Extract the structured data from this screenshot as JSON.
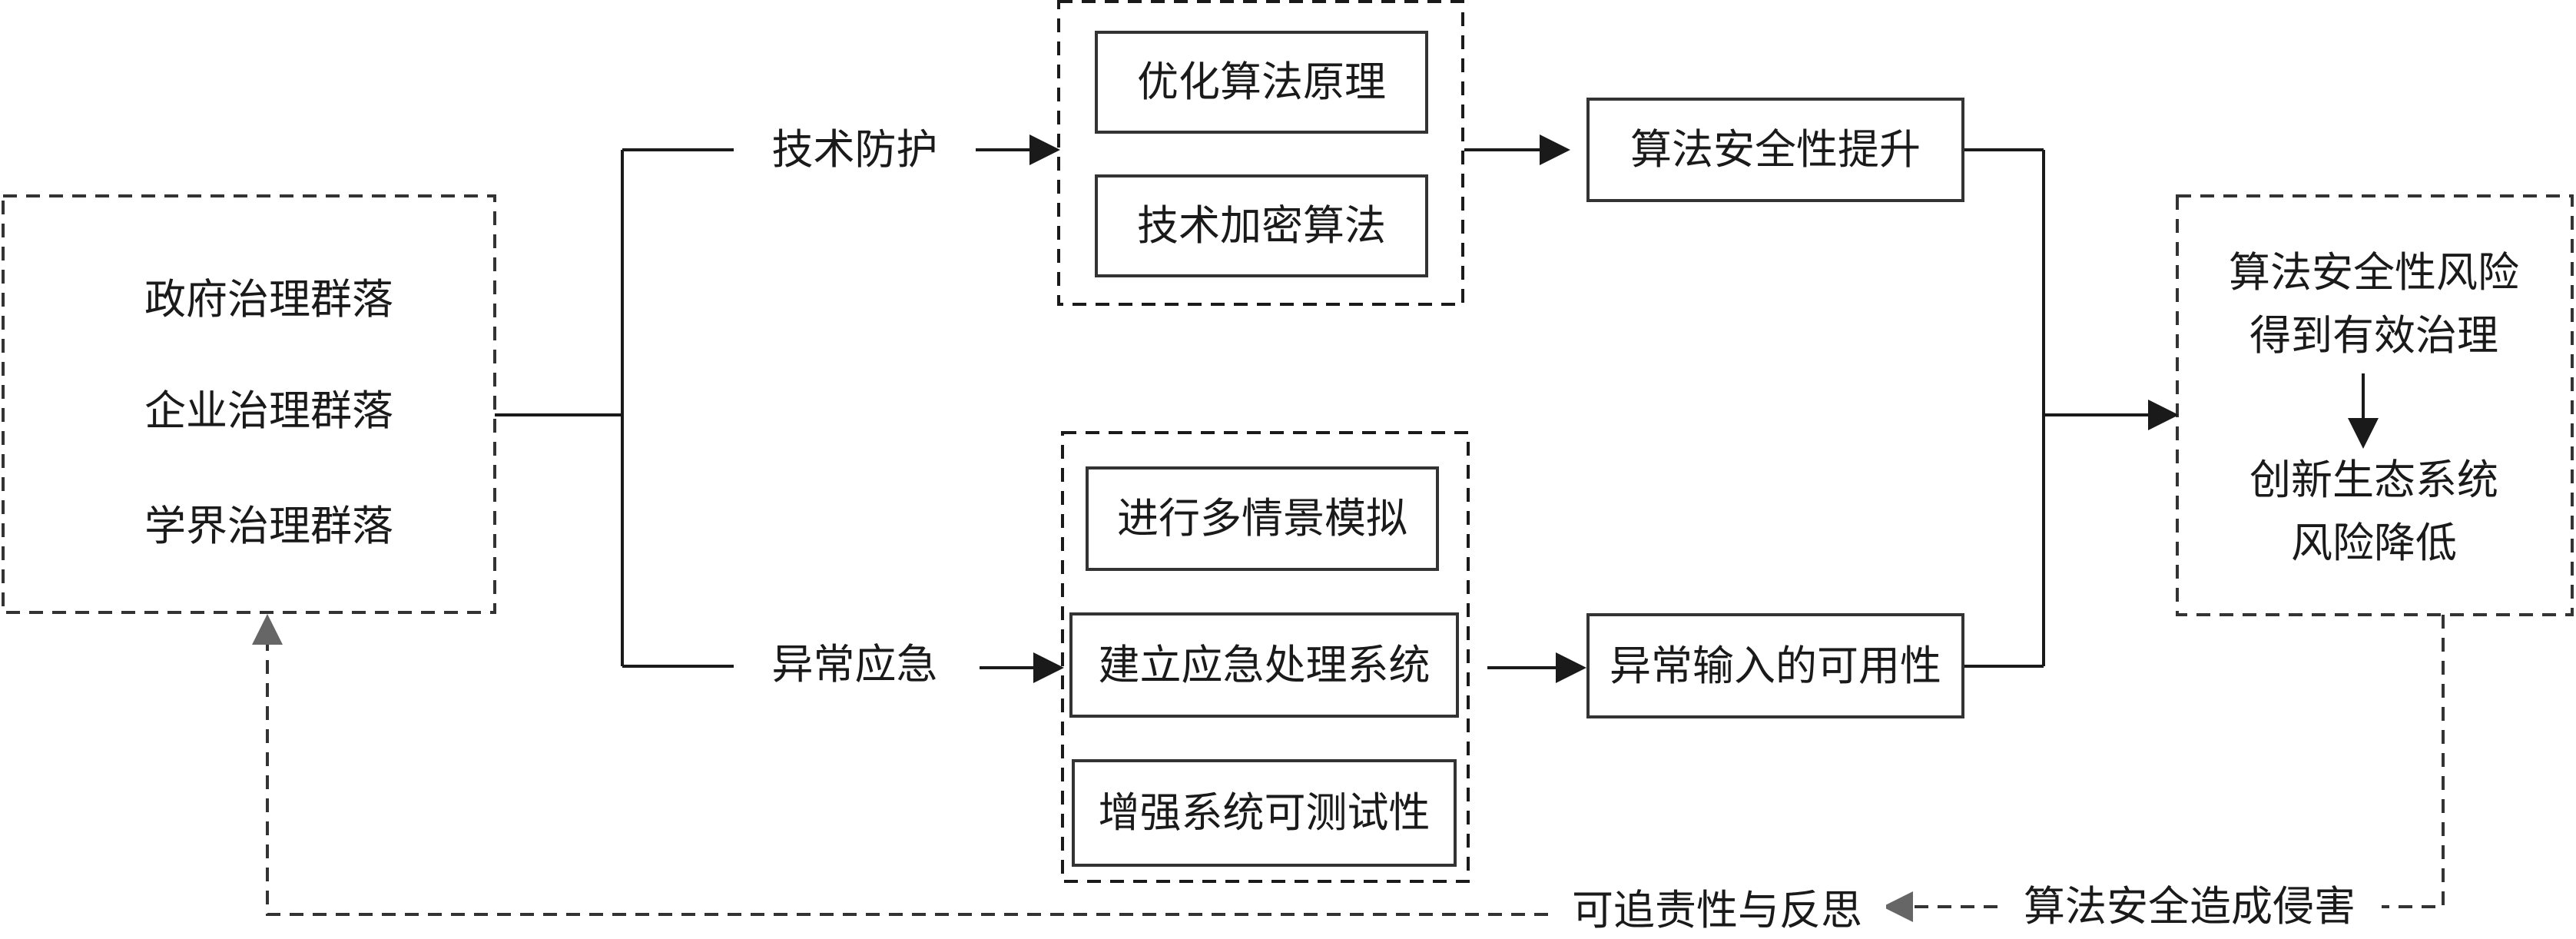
{
  "actors": {
    "government": "政府治理群落",
    "enterprise": "企业治理群落",
    "academia": "学界治理群落"
  },
  "branches": {
    "tech_protection": "技术防护",
    "anomaly_emergency": "异常应急"
  },
  "tech_measures": {
    "optimize": "优化算法原理",
    "encrypt": "技术加密算法"
  },
  "emergency_measures": {
    "simulate": "进行多情景模拟",
    "build_system": "建立应急处理系统",
    "testability": "增强系统可测试性"
  },
  "outcomes": {
    "security_up": "算法安全性提升",
    "availability": "异常输入的可用性"
  },
  "result": {
    "line1": "算法安全性风险",
    "line2": "得到有效治理",
    "line3": "创新生态系统",
    "line4": "风险降低"
  },
  "feedback": {
    "harm": "算法安全造成侵害",
    "accountability": "可追责性与反思"
  }
}
